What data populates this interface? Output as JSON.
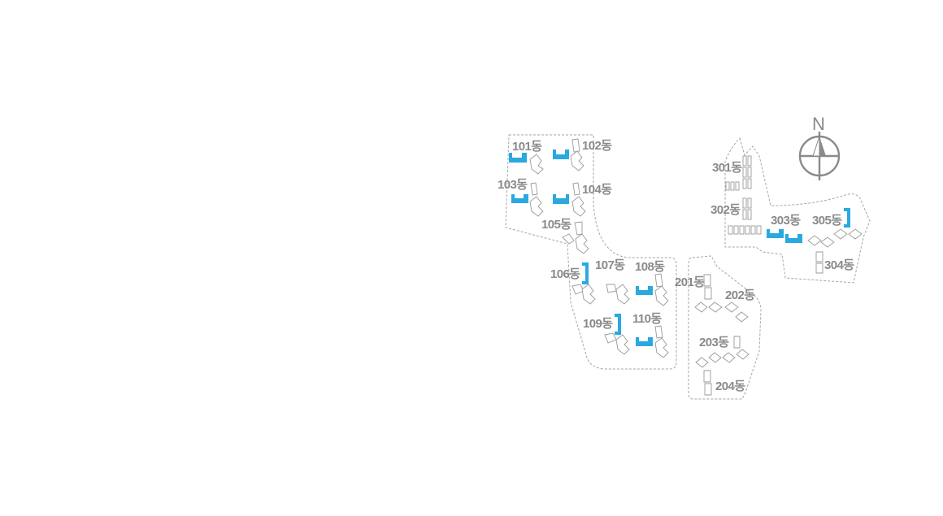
{
  "highlight_color": "#29a9e0",
  "compass": {
    "letter": "N",
    "icon": "north-arrow-compass-icon"
  },
  "labels": {
    "b101": "101동",
    "b102": "102동",
    "b103": "103동",
    "b104": "104동",
    "b105": "105동",
    "b106": "106동",
    "b107": "107동",
    "b108": "108동",
    "b109": "109동",
    "b110": "110동",
    "b201": "201동",
    "b202": "202동",
    "b203": "203동",
    "b204": "204동",
    "b301": "301동",
    "b302": "302동",
    "b303": "303동",
    "b304": "304동",
    "b305": "305동"
  },
  "highlighted_buildings": [
    "101동",
    "102동",
    "103동",
    "104동",
    "106동",
    "108동",
    "109동",
    "110동",
    "303동",
    "305동"
  ]
}
